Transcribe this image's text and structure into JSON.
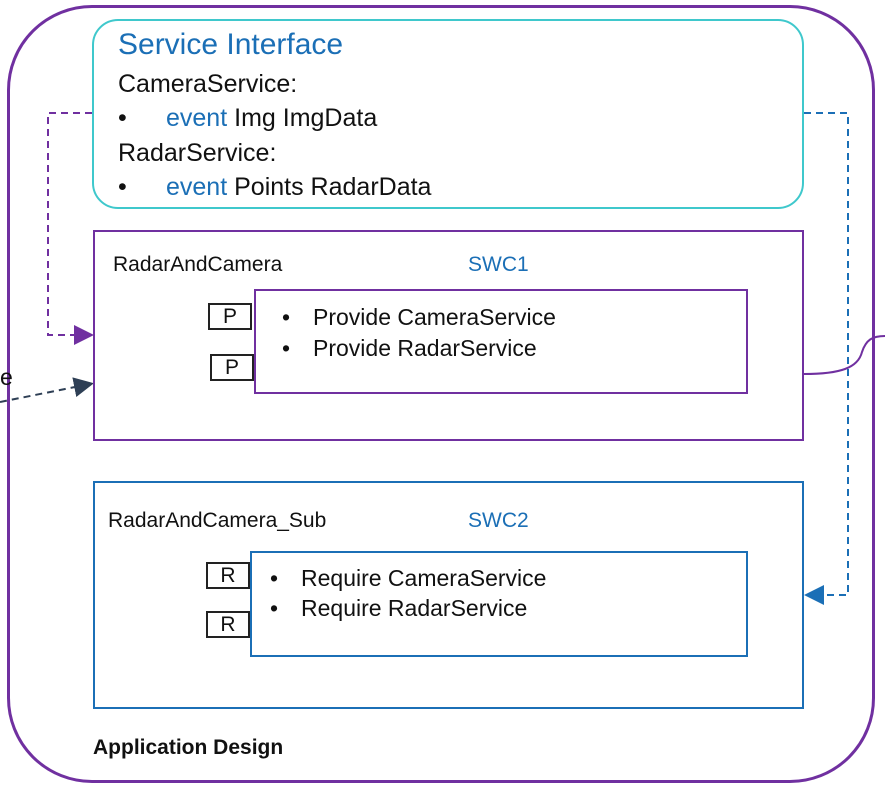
{
  "service_interface": {
    "title": "Service Interface",
    "camera_service": "CameraService:",
    "camera_event_bullet": "•",
    "camera_event_keyword": "event",
    "camera_event_text": "Img  ImgData",
    "radar_service": "RadarService:",
    "radar_event_bullet": "•",
    "radar_event_keyword": "event",
    "radar_event_text": "Points RadarData"
  },
  "swc1": {
    "component_name": "RadarAndCamera",
    "swc_label": "SWC1",
    "ports": [
      "P",
      "P"
    ],
    "items": [
      "Provide CameraService",
      "Provide RadarService"
    ]
  },
  "swc2": {
    "component_name": "RadarAndCamera_Sub",
    "swc_label": "SWC2",
    "ports": [
      "R",
      "R"
    ],
    "items": [
      "Require CameraService",
      "Require RadarService"
    ]
  },
  "left_edge_text": "e",
  "footer": "Application Design",
  "colors": {
    "purple": "#7030a0",
    "blue": "#1b6fb6",
    "teal": "#3fc8cc",
    "dark_arrow": "#2e3f55"
  }
}
